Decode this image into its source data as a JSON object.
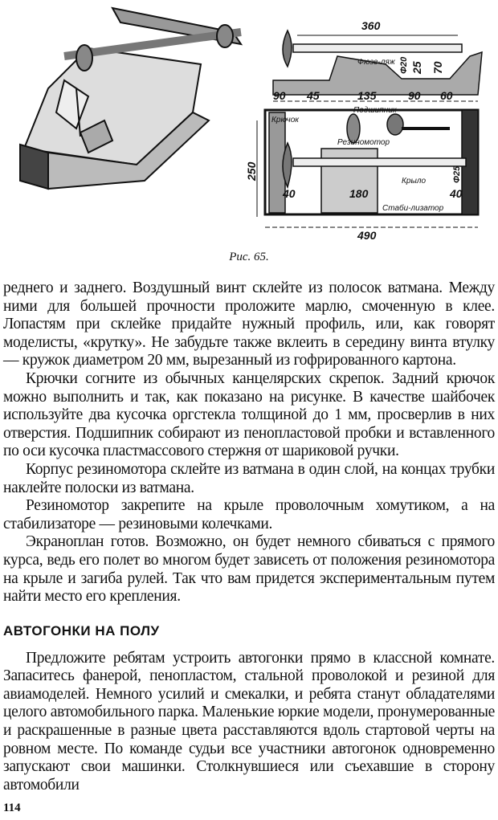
{
  "figure": {
    "caption": "Рис. 65.",
    "dimensions": {
      "d360": "360",
      "d90a": "90",
      "d45": "45",
      "d135": "135",
      "d90b": "90",
      "d60": "60",
      "d20": "Φ20",
      "d25": "25",
      "d70": "70",
      "d250": "250",
      "d40a": "40",
      "d180": "180",
      "d40b": "40",
      "d25b": "Φ25",
      "d490": "490"
    },
    "labels": {
      "fuselage": "Фюзе-ляж",
      "bearing": "Подшипник",
      "motor": "Резиномотор",
      "wing": "Крыло",
      "stab": "Стаби-лизатор",
      "hook": "Крючок"
    }
  },
  "paragraphs": [
    "реднего и заднего. Воздушный винт склейте из полосок ватмана. Между ними для большей прочности проложите марлю, смоченную в клее. Лопастям при склейке придайте нужный профиль, или, как говорят моделисты, «крутку». Не забудьте также вклеить в середину винта втулку — кружок диаметром 20 мм, вырезанный из гофрированного картона.",
    "Крючки согните из обычных канцелярских скрепок. Задний крючок можно выполнить и так, как показано на рисунке. В качестве шайбочек используйте два кусочка оргстекла толщиной до 1 мм, просверлив в них отверстия. Подшипник собирают из пенопластовой пробки и вставленного по оси кусочка пластмассового стержня от шариковой ручки.",
    "Корпус резиномотора склейте из ватмана в один слой, на концах трубки наклейте полоски из ватмана.",
    "Резиномотор закрепите на крыле проволочным хомутиком, а на стабилизаторе — резиновыми колечками.",
    "Экраноплан готов. Возможно, он будет немного сбиваться с прямого курса, ведь его полет во многом будет зависеть от положения резиномотора на крыле и загиба рулей. Так что вам придется экспериментальным путем найти место его крепления."
  ],
  "section_title": "АВТОГОНКИ НА ПОЛУ",
  "section_paragraph": "Предложите ребятам устроить автогонки прямо в классной комнате. Запаситесь фанерой, пенопластом, стальной проволокой и резиной для авиамоделей. Немного усилий и смекалки, и ребята станут обладателями целого автомобильного парка. Маленькие юркие модели, пронумерованные и раскрашенные в разные цвета расставляются вдоль стартовой черты на ровном месте. По команде судьи все участники автогонок одновременно запускают свои машинки. Столкнувшиеся или съехавшие в сторону автомобили",
  "page_number": "114"
}
